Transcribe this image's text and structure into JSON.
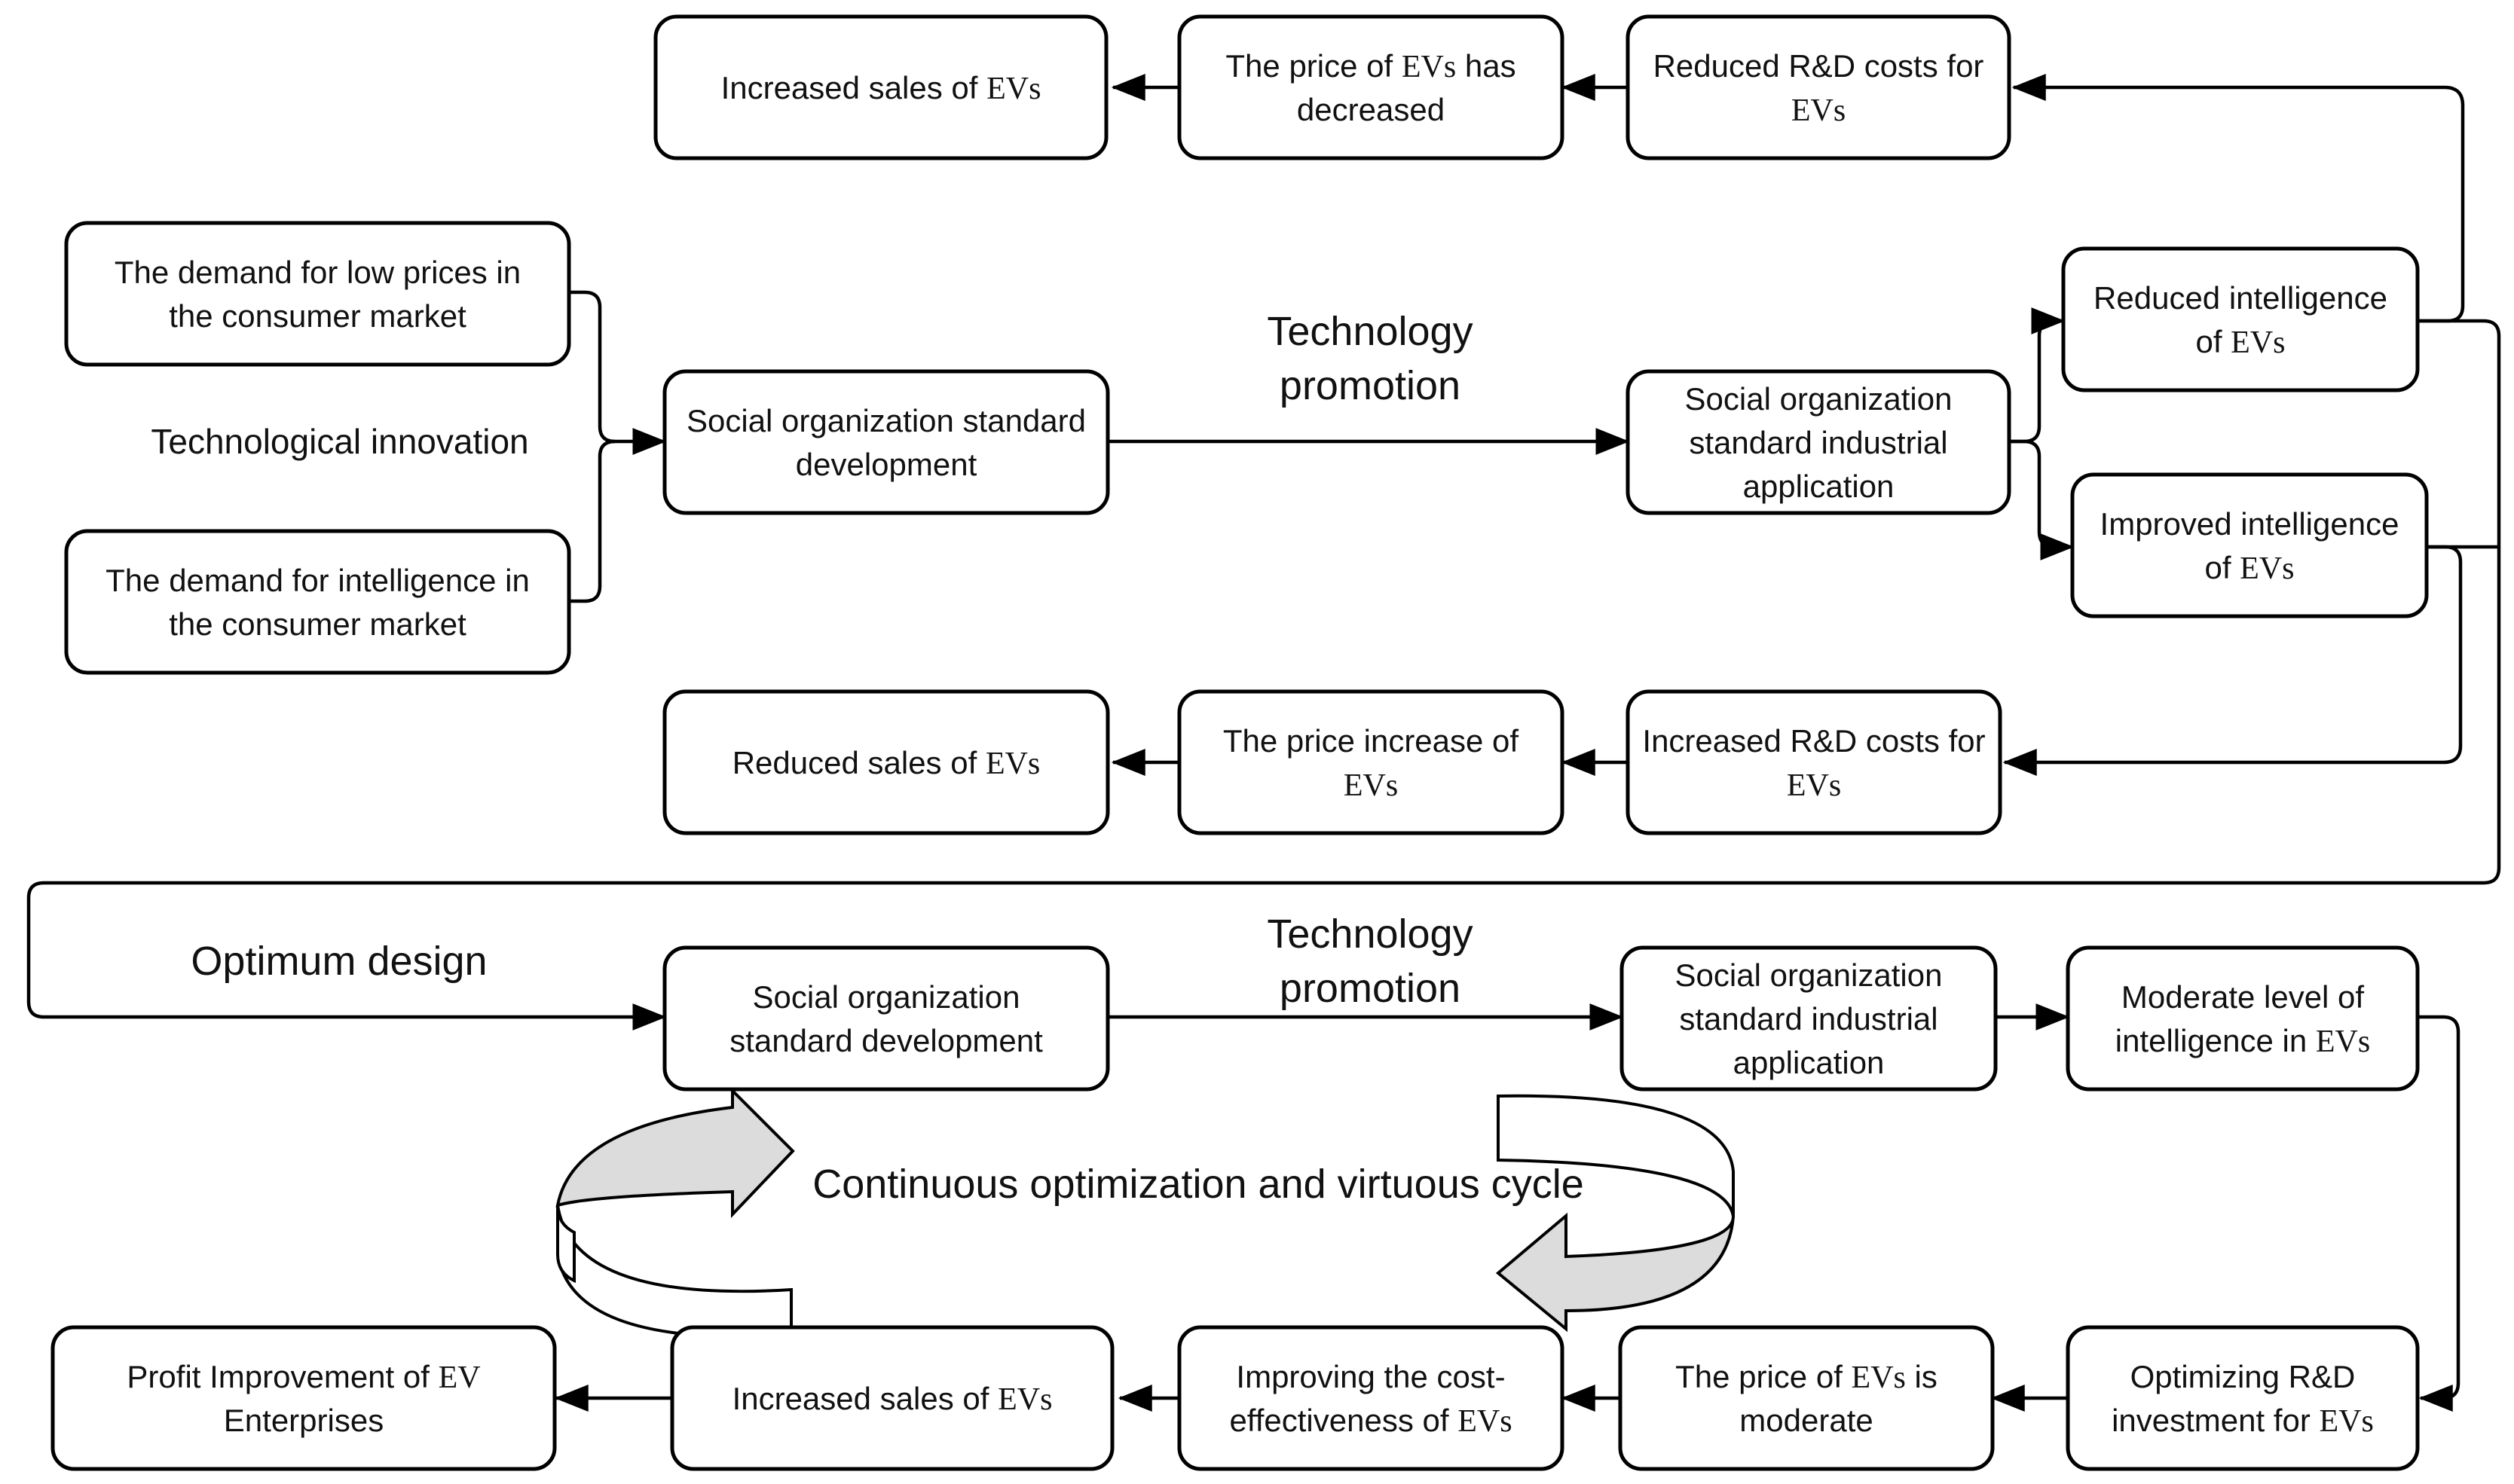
{
  "nodes": {
    "top_sales_inc": [
      "Increased sales of EVs"
    ],
    "top_price_dec": [
      "The price of EVs has",
      "decreased"
    ],
    "top_rd_reduced": [
      "Reduced R&D costs for",
      "EVs"
    ],
    "demand_low_price": [
      "The demand for low prices in",
      "the consumer market"
    ],
    "demand_intel": [
      "The demand for intelligence in",
      "the consumer market"
    ],
    "std_dev_1": [
      "Social organization standard",
      "development"
    ],
    "std_app_1": [
      "Social organization",
      "standard industrial",
      "application"
    ],
    "intel_reduced": [
      "Reduced intelligence",
      "of EVs"
    ],
    "intel_improved": [
      "Improved intelligence",
      "of EVs"
    ],
    "mid_sales_red": [
      "Reduced sales of EVs"
    ],
    "mid_price_inc": [
      "The price increase of",
      "EVs"
    ],
    "mid_rd_inc": [
      "Increased R&D costs for",
      "EVs"
    ],
    "std_dev_2": [
      "Social organization",
      "standard development"
    ],
    "std_app_2": [
      "Social organization",
      "standard industrial",
      "application"
    ],
    "intel_moderate": [
      "Moderate level of",
      "intelligence in EVs"
    ],
    "rd_optimizing": [
      "Optimizing R&D",
      "investment for EVs"
    ],
    "price_moderate": [
      "The price of EVs is",
      "moderate"
    ],
    "cost_effect": [
      "Improving the cost-",
      "effectiveness of EVs"
    ],
    "bot_sales_inc": [
      "Increased sales of EVs"
    ],
    "profit": [
      "Profit Improvement of EV",
      "Enterprises"
    ]
  },
  "labels": {
    "tech_innovation": "Technological innovation",
    "tech_promo_1": [
      "Technology",
      "promotion"
    ],
    "optimum_design": "Optimum design",
    "tech_promo_2": [
      "Technology",
      "promotion"
    ],
    "cycle": "Continuous optimization and virtuous cycle"
  }
}
